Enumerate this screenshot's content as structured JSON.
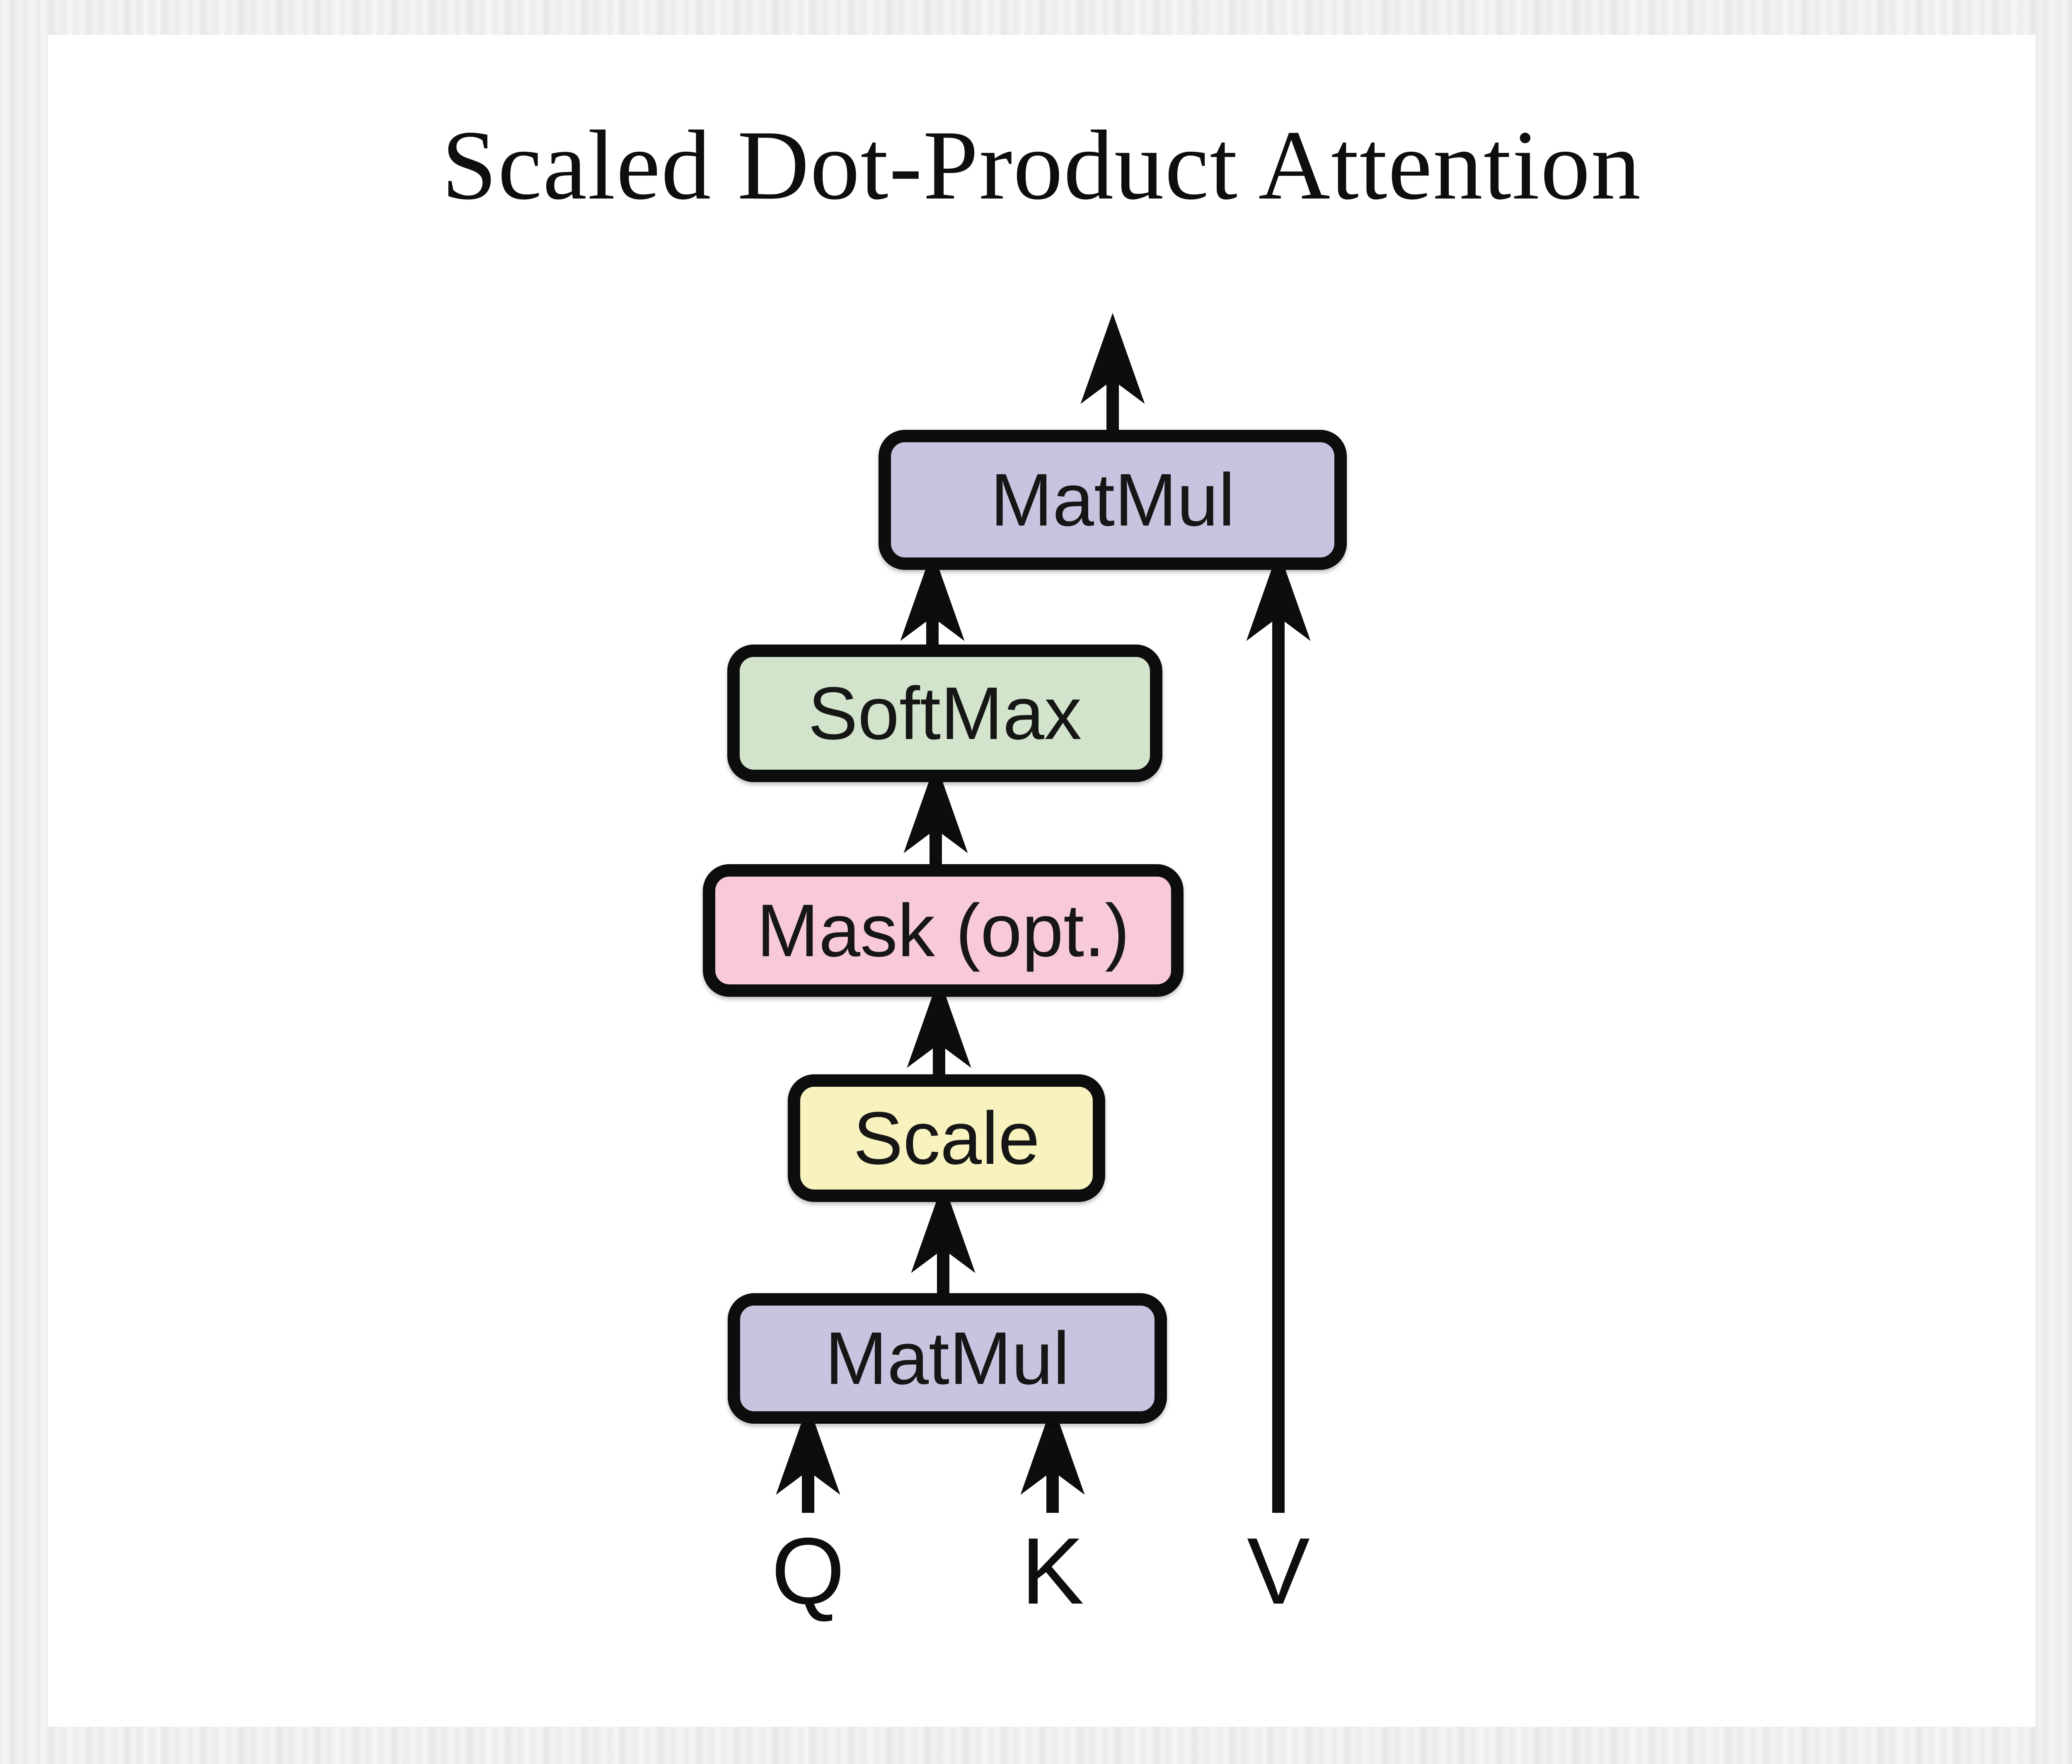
{
  "title": "Scaled Dot-Product Attention",
  "nodes": [
    {
      "id": "matmul-top",
      "label": "MatMul",
      "fill": "#c8c4e0"
    },
    {
      "id": "softmax",
      "label": "SoftMax",
      "fill": "#d2e4cb"
    },
    {
      "id": "mask",
      "label": "Mask (opt.)",
      "fill": "#f7c9d9"
    },
    {
      "id": "scale",
      "label": "Scale",
      "fill": "#f8f3be"
    },
    {
      "id": "matmul-bottom",
      "label": "MatMul",
      "fill": "#c8c4e0"
    }
  ],
  "inputs": [
    {
      "label": "Q"
    },
    {
      "label": "K"
    },
    {
      "label": "V"
    }
  ],
  "colors": {
    "arrow": "#0d0d0d",
    "node_border": "#0d0d0d",
    "card_bg": "#ffffff",
    "page_bg": "#efeeec",
    "title_text": "#0e0e0e"
  }
}
